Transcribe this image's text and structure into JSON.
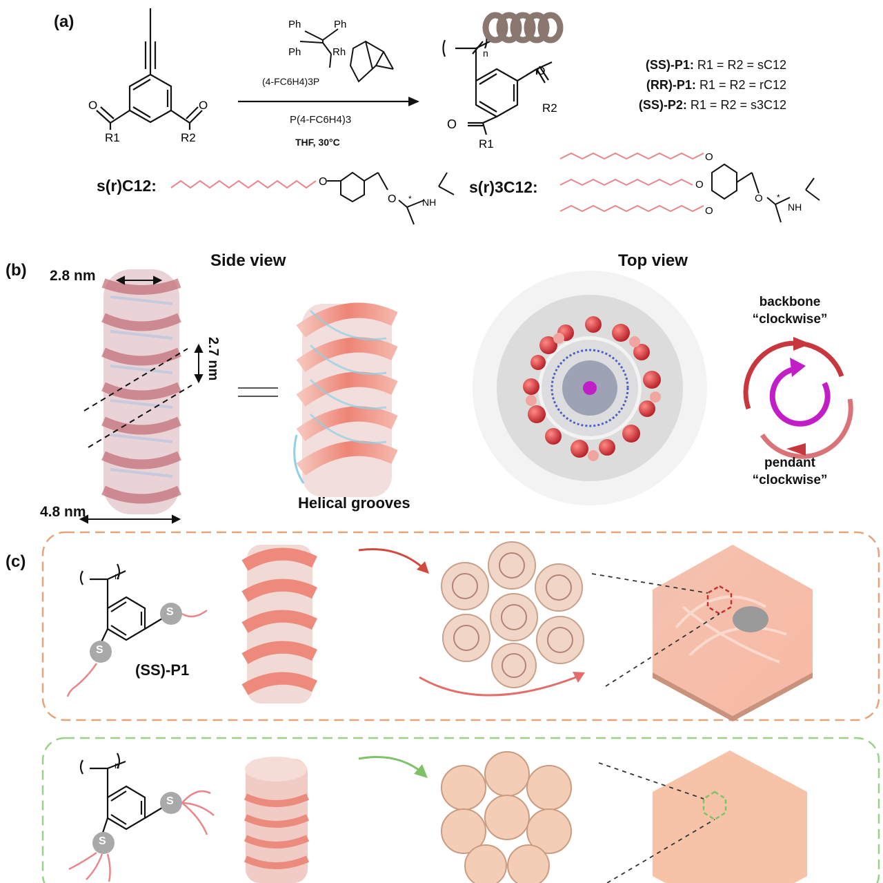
{
  "panel_a": {
    "label": "(a)",
    "reagent_ph": "Ph",
    "reagent_rh": "Rh",
    "reagent_phosphine": "(4-FC6H4)3P",
    "condition_1": "P(4-FC6H4)3",
    "condition_2": "THF, 30°C",
    "r1": "R1",
    "r2": "R2",
    "subscript_n": "n",
    "polymers": [
      {
        "name": "(SS)-P1:",
        "formula": "R1 = R2 = sC12"
      },
      {
        "name": "(RR)-P1:",
        "formula": "R1 = R2 = rC12"
      },
      {
        "name": "(SS)-P2:",
        "formula": "R1 = R2 = s3C12"
      }
    ],
    "side_chain_1": "s(r)C12:",
    "side_chain_2": "s(r)3C12:",
    "atom_o": "O",
    "atom_nh": "NH",
    "stereo": "*"
  },
  "panel_b": {
    "label": "(b)",
    "side_view": "Side view",
    "top_view": "Top view",
    "dim_top": "2.8 nm",
    "dim_pitch": "2.7 nm",
    "dim_bottom": "4.8 nm",
    "helical_grooves": "Helical grooves",
    "backbone": "backbone",
    "backbone_dir": "“clockwise”",
    "pendant": "pendant",
    "pendant_dir": "“clockwise”"
  },
  "panel_c": {
    "label": "(c)",
    "polymer_label": "(SS)-P1",
    "s_atom": "S"
  },
  "colors": {
    "helix": "#ee8a7c",
    "bead": "#c0282c",
    "orange_box": "#e8a27a",
    "green_box": "#9bd08a",
    "magenta": "#c21ec8"
  }
}
